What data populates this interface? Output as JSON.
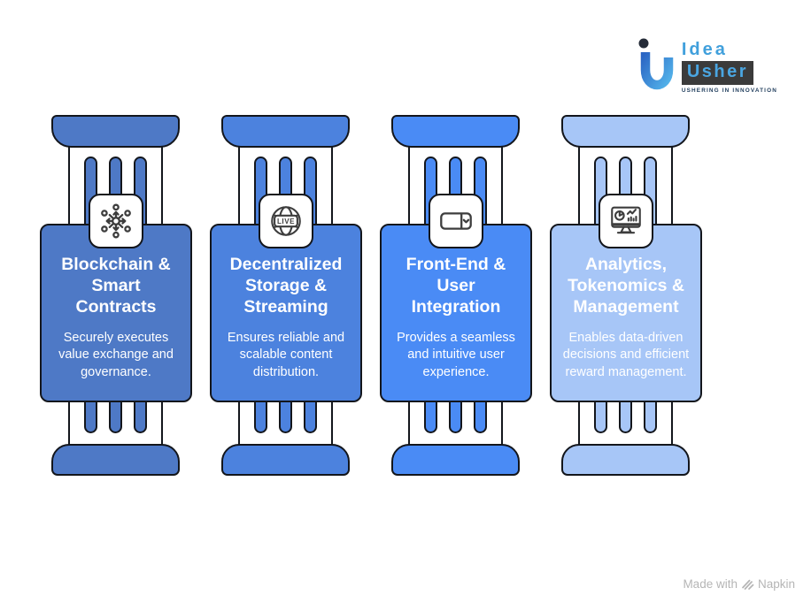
{
  "logo": {
    "brand_top": "Idea",
    "brand_bottom": "Usher",
    "tagline": "USHERING IN INNOVATION"
  },
  "pillars": [
    {
      "title": "Blockchain & Smart Contracts",
      "description": "Securely executes value exchange and governance.",
      "color": "#4E79C6",
      "icon": "network-nodes-icon"
    },
    {
      "title": "Decentralized Storage & Streaming",
      "description": "Ensures reliable and scalable content distribution.",
      "color": "#4C82DE",
      "icon": "live-globe-icon",
      "icon_text": "LIVE"
    },
    {
      "title": "Front-End & User Integration",
      "description": "Provides a seamless and intuitive user experience.",
      "color": "#4A8BF5",
      "icon": "dropdown-window-icon"
    },
    {
      "title": "Analytics, Tokenomics & Management",
      "description": "Enables data-driven decisions and efficient reward management.",
      "color": "#A7C6F7",
      "icon": "analytics-monitor-icon"
    }
  ],
  "footer": {
    "made_with": "Made with",
    "brand": "Napkin"
  }
}
